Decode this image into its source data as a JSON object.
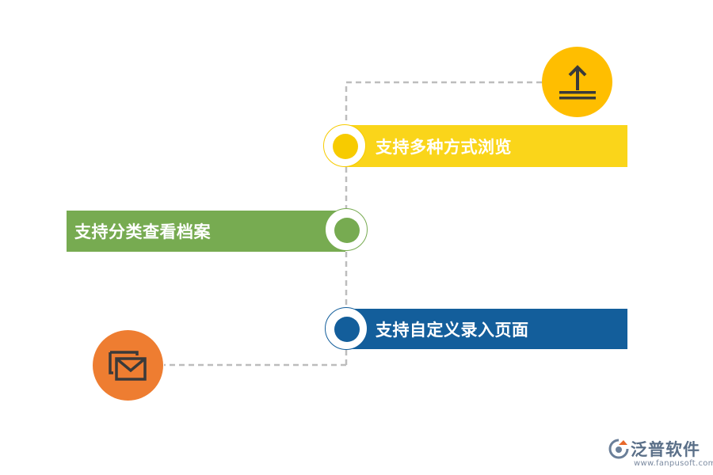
{
  "colors": {
    "yellow": "#FFD200",
    "green": "#77AB51",
    "blue": "#135E9B",
    "gold": "#FFBE00",
    "orange": "#EE7D31",
    "connector": "#BFBFBF"
  },
  "features": [
    {
      "label": "支持多种方式浏览",
      "color": "#FAD51A",
      "ring": "#F7CB00"
    },
    {
      "label": "支持分类查看档案",
      "color": "#77AB51",
      "ring": "#77AB51"
    },
    {
      "label": "支持自定义录入页面",
      "color": "#135E9B",
      "ring": "#135E9B"
    }
  ],
  "icons": {
    "top": "upload-icon",
    "bottom": "mail-icon"
  },
  "logo": {
    "name": "泛普软件",
    "url": "www.fanpusoft.com"
  }
}
